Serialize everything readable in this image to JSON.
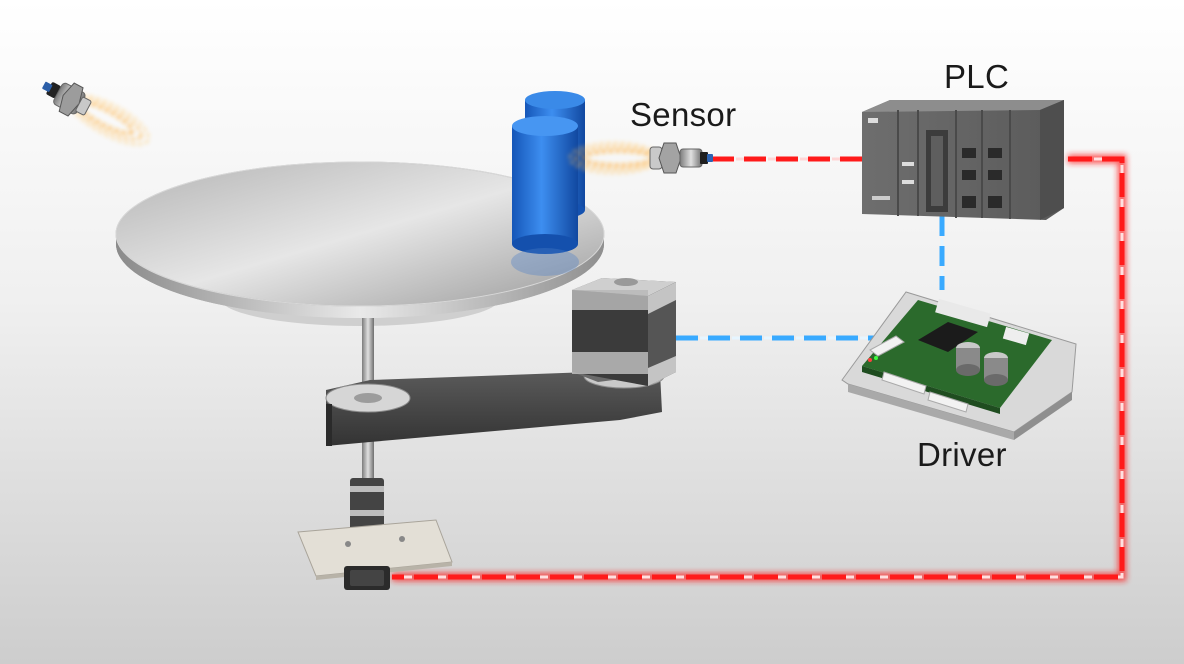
{
  "labels": {
    "plc": "PLC",
    "sensor": "Sensor",
    "driver": "Driver"
  },
  "colors": {
    "power_line": "#ff1a1a",
    "signal_line": "#39aaff",
    "sensor_beam": "#ffa21a",
    "workpiece": "#1e6fd6",
    "background_top": "#ffffff",
    "background_bottom": "#cfcfcf"
  },
  "icons": [
    "proximity-sensor-icon",
    "plc-icon",
    "driver-board-icon",
    "stepper-motor-icon",
    "turntable-icon"
  ]
}
